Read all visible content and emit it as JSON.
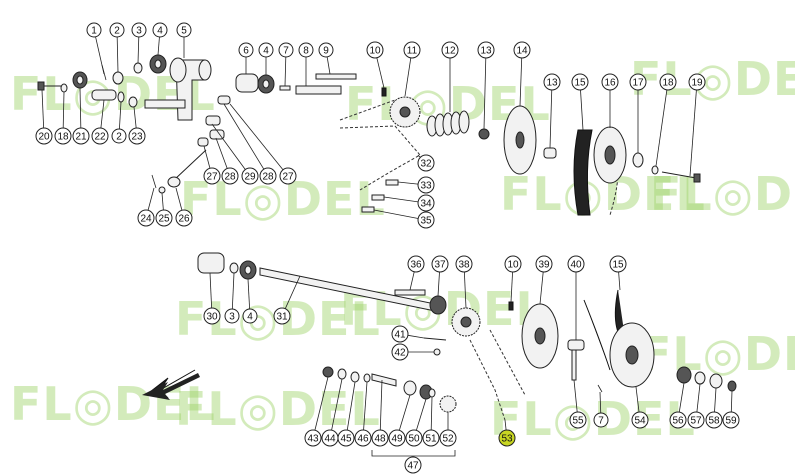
{
  "watermark": {
    "text": "FL◎DEL",
    "color": "#9fd36a"
  },
  "highlight_color": "#c8d622",
  "callouts": [
    {
      "id": "c1",
      "label": "1"
    },
    {
      "id": "c2a",
      "label": "2"
    },
    {
      "id": "c3a",
      "label": "3"
    },
    {
      "id": "c4a",
      "label": "4"
    },
    {
      "id": "c5",
      "label": "5"
    },
    {
      "id": "c6",
      "label": "6"
    },
    {
      "id": "c4b",
      "label": "4"
    },
    {
      "id": "c7a",
      "label": "7"
    },
    {
      "id": "c8",
      "label": "8"
    },
    {
      "id": "c9",
      "label": "9"
    },
    {
      "id": "c10a",
      "label": "10"
    },
    {
      "id": "c11",
      "label": "11"
    },
    {
      "id": "c12",
      "label": "12"
    },
    {
      "id": "c13a",
      "label": "13"
    },
    {
      "id": "c14",
      "label": "14"
    },
    {
      "id": "c13b",
      "label": "13"
    },
    {
      "id": "c15a",
      "label": "15"
    },
    {
      "id": "c16",
      "label": "16"
    },
    {
      "id": "c17",
      "label": "17"
    },
    {
      "id": "c18a",
      "label": "18"
    },
    {
      "id": "c19",
      "label": "19"
    },
    {
      "id": "c20",
      "label": "20"
    },
    {
      "id": "c18b",
      "label": "18"
    },
    {
      "id": "c21",
      "label": "21"
    },
    {
      "id": "c22",
      "label": "22"
    },
    {
      "id": "c2b",
      "label": "2"
    },
    {
      "id": "c23",
      "label": "23"
    },
    {
      "id": "c27a",
      "label": "27"
    },
    {
      "id": "c28a",
      "label": "28"
    },
    {
      "id": "c29",
      "label": "29"
    },
    {
      "id": "c28b",
      "label": "28"
    },
    {
      "id": "c27b",
      "label": "27"
    },
    {
      "id": "c32",
      "label": "32"
    },
    {
      "id": "c33",
      "label": "33"
    },
    {
      "id": "c34",
      "label": "34"
    },
    {
      "id": "c35",
      "label": "35"
    },
    {
      "id": "c24",
      "label": "24"
    },
    {
      "id": "c25",
      "label": "25"
    },
    {
      "id": "c26",
      "label": "26"
    },
    {
      "id": "c36",
      "label": "36"
    },
    {
      "id": "c37",
      "label": "37"
    },
    {
      "id": "c38",
      "label": "38"
    },
    {
      "id": "c10b",
      "label": "10"
    },
    {
      "id": "c39",
      "label": "39"
    },
    {
      "id": "c40",
      "label": "40"
    },
    {
      "id": "c15b",
      "label": "15"
    },
    {
      "id": "c30",
      "label": "30"
    },
    {
      "id": "c3b",
      "label": "3"
    },
    {
      "id": "c4c",
      "label": "4"
    },
    {
      "id": "c31",
      "label": "31"
    },
    {
      "id": "c41",
      "label": "41"
    },
    {
      "id": "c42",
      "label": "42"
    },
    {
      "id": "c43",
      "label": "43"
    },
    {
      "id": "c44",
      "label": "44"
    },
    {
      "id": "c45",
      "label": "45"
    },
    {
      "id": "c46",
      "label": "46"
    },
    {
      "id": "c48",
      "label": "48"
    },
    {
      "id": "c49",
      "label": "49"
    },
    {
      "id": "c50",
      "label": "50"
    },
    {
      "id": "c51",
      "label": "51"
    },
    {
      "id": "c52",
      "label": "52"
    },
    {
      "id": "c53",
      "label": "53",
      "highlighted": true
    },
    {
      "id": "c55",
      "label": "55"
    },
    {
      "id": "c7b",
      "label": "7"
    },
    {
      "id": "c54",
      "label": "54"
    },
    {
      "id": "c56",
      "label": "56"
    },
    {
      "id": "c57",
      "label": "57"
    },
    {
      "id": "c58",
      "label": "58"
    },
    {
      "id": "c59",
      "label": "59"
    },
    {
      "id": "c47",
      "label": "47"
    }
  ]
}
